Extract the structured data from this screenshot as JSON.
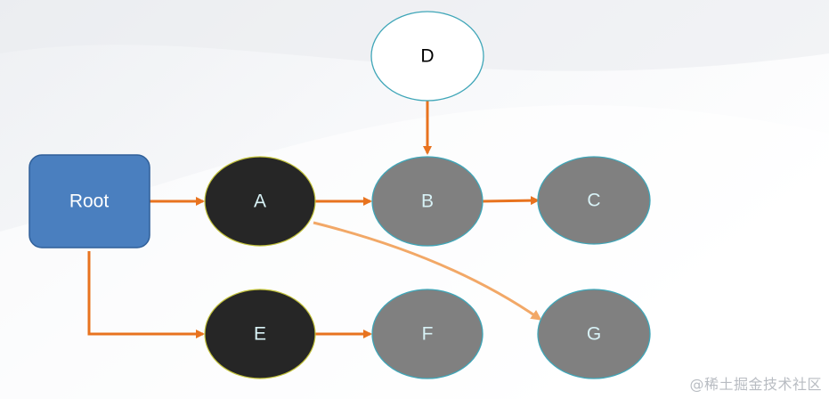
{
  "diagram": {
    "nodes": {
      "root": "Root",
      "a": "A",
      "b": "B",
      "c": "C",
      "d": "D",
      "e": "E",
      "f": "F",
      "g": "G"
    }
  },
  "watermark": "@稀土掘金技术社区",
  "colors": {
    "root_fill": "#4a7fbf",
    "dark_node": "#262626",
    "gray_node": "#808080",
    "arrow": "#e8731f",
    "arrow_light": "#f2a867",
    "label_light": "#d8f2f6"
  }
}
